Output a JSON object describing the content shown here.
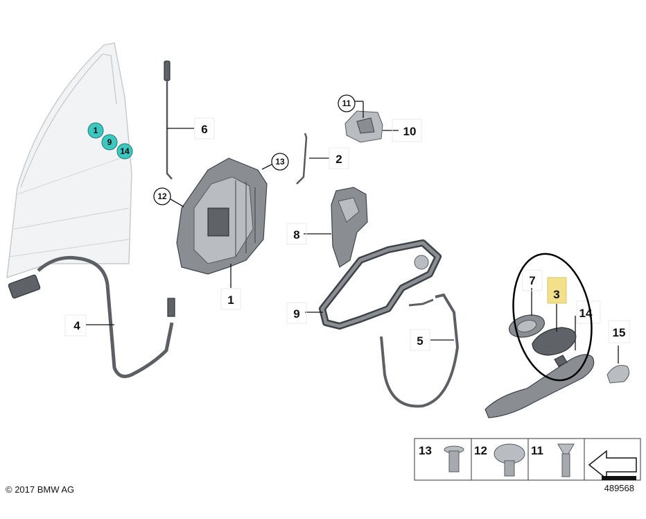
{
  "callouts": {
    "p1": "1",
    "p2": "2",
    "p3": "3",
    "p4": "4",
    "p5": "5",
    "p6": "6",
    "p7": "7",
    "p8": "8",
    "p9": "9",
    "p10": "10",
    "p11": "11",
    "p12": "12",
    "p13": "13",
    "p14": "14",
    "p15": "15"
  },
  "door_markers": [
    "1",
    "9",
    "14"
  ],
  "marker_color": "#3cc8c0",
  "highlight_color": "#f3e08a",
  "screw_table": [
    "13",
    "12",
    "11"
  ],
  "copyright": "© 2017 BMW AG",
  "diagram_number": "489568"
}
